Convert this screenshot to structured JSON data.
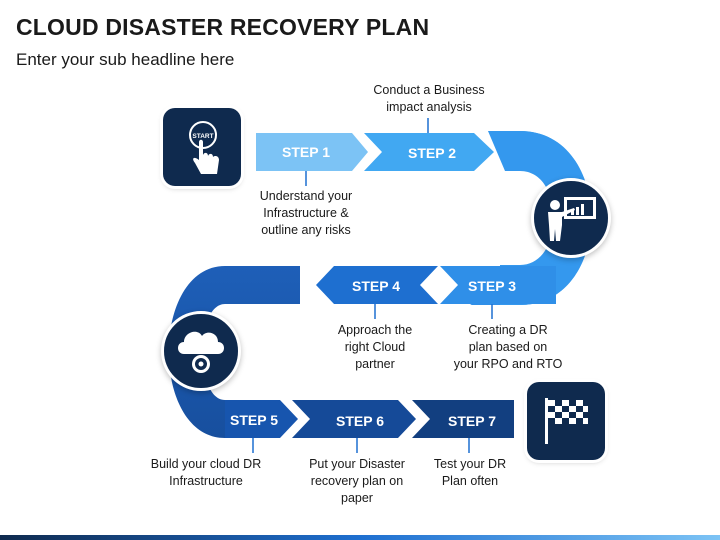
{
  "title": "CLOUD DISASTER RECOVERY PLAN",
  "subtitle": "Enter your sub headline here",
  "steps": [
    {
      "label": "STEP 1",
      "caption": "Understand your\nInfrastructure &\noutline any risks"
    },
    {
      "label": "STEP 2",
      "caption": "Conduct a Business\nimpact analysis"
    },
    {
      "label": "STEP 3",
      "caption": "Creating a DR\nplan based on\nyour RPO and RTO"
    },
    {
      "label": "STEP 4",
      "caption": "Approach the\nright Cloud\npartner"
    },
    {
      "label": "STEP 5",
      "caption": "Build your cloud DR\nInfrastructure"
    },
    {
      "label": "STEP 6",
      "caption": "Put your Disaster\nrecovery plan on\npaper"
    },
    {
      "label": "STEP 7",
      "caption": "Test your DR\nPlan often"
    }
  ],
  "icons": {
    "start": {
      "name": "start-button-icon",
      "text": "START"
    },
    "presentation": {
      "name": "presenter-chart-icon"
    },
    "cloud": {
      "name": "cloud-gear-icon"
    },
    "finish": {
      "name": "checkered-flag-icon"
    }
  },
  "colors": {
    "navy": "#0f2a4e",
    "step1": "#7cc3f5",
    "step2": "#41a8f2",
    "step3": "#2f8fe8",
    "step4": "#1e6fd0",
    "step5": "#1755ae",
    "step6": "#154a98",
    "step7": "#123f80"
  }
}
